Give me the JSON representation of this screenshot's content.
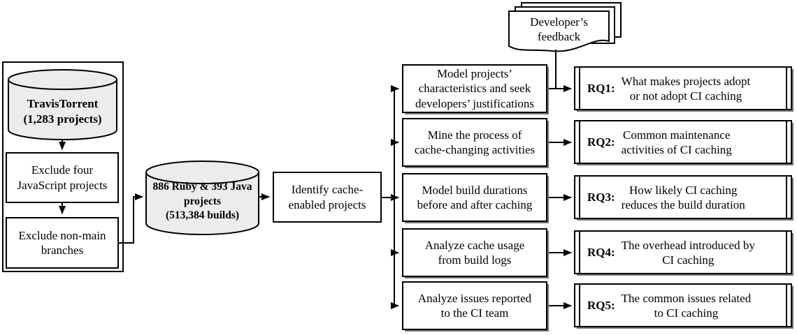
{
  "colors": {
    "line": "#000000",
    "cylinder_fill": "#ececec",
    "box_background": "#ffffff",
    "shadow": "#777777"
  },
  "datasets": {
    "travistorrent": "TravisTorrent\n(1,283 projects)",
    "filtered": "886 Ruby & 393 Java\nprojects\n(513,384 builds)"
  },
  "filters": {
    "exclude_javascript": "Exclude four\nJavaScript projects",
    "exclude_branches": "Exclude non-main\nbranches"
  },
  "identify_step": "Identify cache-\nenabled projects",
  "developer_feedback": "Developer’s\nfeedback",
  "rows": [
    {
      "step": "Model projects’\ncharacteristics and seek\ndevelopers’ justifications",
      "rq_label": "RQ1:",
      "rq_question": "What makes projects adopt\nor not adopt CI caching"
    },
    {
      "step": "Mine the process of\ncache-changing activities",
      "rq_label": "RQ2:",
      "rq_question": "Common maintenance\nactivities of CI caching"
    },
    {
      "step": "Model build durations\nbefore and after caching",
      "rq_label": "RQ3:",
      "rq_question": "How likely CI caching\nreduces the build duration"
    },
    {
      "step": "Analyze cache usage\nfrom build logs",
      "rq_label": "RQ4:",
      "rq_question": "The overhead introduced by\nCI caching"
    },
    {
      "step": "Analyze issues reported\nto the CI team",
      "rq_label": "RQ5:",
      "rq_question": "The common issues related\nto CI caching"
    }
  ]
}
